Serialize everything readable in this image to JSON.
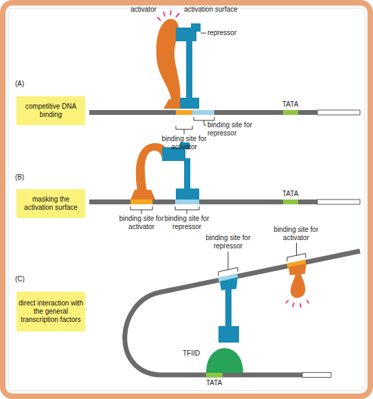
{
  "diagram": {
    "nodes": [
      {
        "text": [
          "competitive DNA binding"
        ]
      },
      {
        "text": [
          "masking the activation surface"
        ]
      },
      {
        "text": [
          "direct interaction with the general transcription factors"
        ]
      },
      {
        "text": [
          "TFIID"
        ]
      }
    ],
    "labels": [
      "(A)",
      "activator",
      "activation surface",
      "repressor",
      "TATA",
      "binding site for repressor",
      "binding site for activator",
      "(B)",
      "TATA",
      "binding site for activator",
      "binding site for repressor",
      "(C)",
      "binding site for repressor",
      "binding site for activator",
      "TATA"
    ]
  }
}
